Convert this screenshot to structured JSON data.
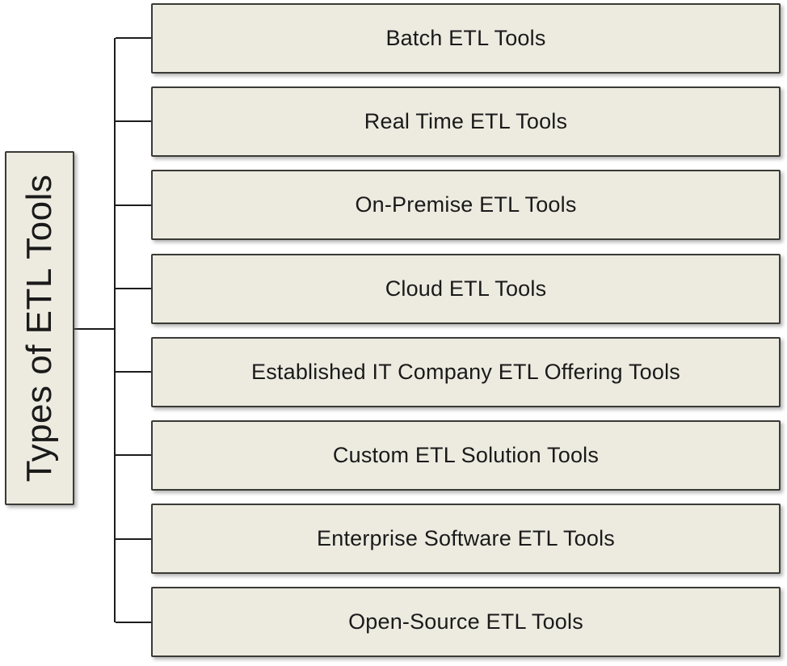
{
  "colors": {
    "node_fill": "#EDEBE0",
    "node_border": "#3A3A36",
    "connector": "#1C1C1C",
    "text": "#1A1A1A",
    "background": "#FFFFFF"
  },
  "diagram": {
    "root": {
      "label": "Types of ETL Tools"
    },
    "branches": [
      {
        "label": "Batch ETL Tools"
      },
      {
        "label": "Real Time ETL Tools"
      },
      {
        "label": "On-Premise ETL Tools"
      },
      {
        "label": "Cloud ETL Tools"
      },
      {
        "label": "Established IT Company ETL Offering Tools"
      },
      {
        "label": "Custom ETL Solution Tools"
      },
      {
        "label": "Enterprise Software ETL Tools"
      },
      {
        "label": "Open-Source ETL Tools"
      }
    ]
  }
}
